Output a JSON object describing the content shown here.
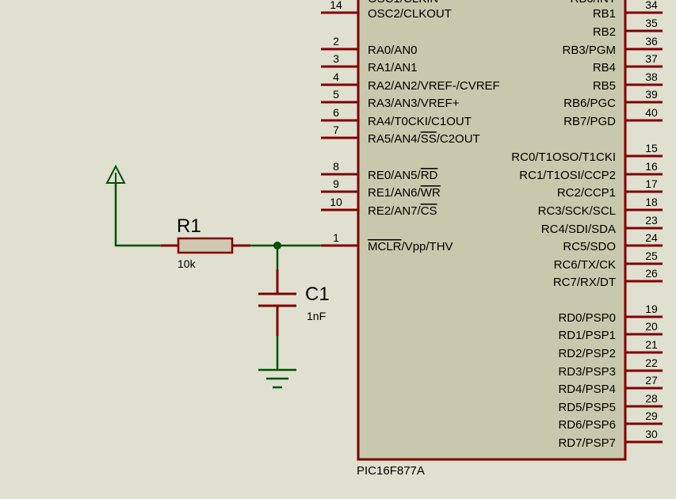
{
  "chip": {
    "part": "PIC16F877A",
    "left_pins": [
      {
        "num": "14",
        "label": "OSC2/CLKOUT"
      },
      {
        "num": "2",
        "label": "RA0/AN0"
      },
      {
        "num": "3",
        "label": "RA1/AN1"
      },
      {
        "num": "4",
        "label": "RA2/AN2/VREF-/CVREF"
      },
      {
        "num": "5",
        "label": "RA3/AN3/VREF+"
      },
      {
        "num": "6",
        "label": "RA4/T0CKI/C1OUT"
      },
      {
        "num": "7",
        "label": "RA5/AN4/SS/C2OUT",
        "overbar": "SS"
      },
      {
        "num": "8",
        "label": "RE0/AN5/RD",
        "overbar": "RD"
      },
      {
        "num": "9",
        "label": "RE1/AN6/WR",
        "overbar": "WR"
      },
      {
        "num": "10",
        "label": "RE2/AN7/CS",
        "overbar": "CS"
      },
      {
        "num": "1",
        "label": "MCLR/Vpp/THV",
        "overbar": "MCLR"
      }
    ],
    "right_pins": [
      {
        "num": "34",
        "label": "RB1"
      },
      {
        "num": "35",
        "label": "RB2"
      },
      {
        "num": "36",
        "label": "RB3/PGM"
      },
      {
        "num": "37",
        "label": "RB4"
      },
      {
        "num": "38",
        "label": "RB5"
      },
      {
        "num": "39",
        "label": "RB6/PGC"
      },
      {
        "num": "40",
        "label": "RB7/PGD"
      },
      {
        "num": "15",
        "label": "RC0/T1OSO/T1CKI"
      },
      {
        "num": "16",
        "label": "RC1/T1OSI/CCP2"
      },
      {
        "num": "17",
        "label": "RC2/CCP1"
      },
      {
        "num": "18",
        "label": "RC3/SCK/SCL"
      },
      {
        "num": "23",
        "label": "RC4/SDI/SDA"
      },
      {
        "num": "24",
        "label": "RC5/SDO"
      },
      {
        "num": "25",
        "label": "RC6/TX/CK"
      },
      {
        "num": "26",
        "label": "RC7/RX/DT"
      },
      {
        "num": "19",
        "label": "RD0/PSP0"
      },
      {
        "num": "20",
        "label": "RD1/PSP1"
      },
      {
        "num": "21",
        "label": "RD2/PSP2"
      },
      {
        "num": "22",
        "label": "RD3/PSP3"
      },
      {
        "num": "27",
        "label": "RD4/PSP4"
      },
      {
        "num": "28",
        "label": "RD5/PSP5"
      },
      {
        "num": "29",
        "label": "RD6/PSP6"
      },
      {
        "num": "30",
        "label": "RD7/PSP7"
      }
    ]
  },
  "resistor": {
    "ref": "R1",
    "value": "10k"
  },
  "capacitor": {
    "ref": "C1",
    "value": "1nF"
  },
  "colors": {
    "background": "#dfe0cf",
    "chip_body": "#c8c8ac",
    "chip_outline": "#800000",
    "pin": "#800000",
    "wire": "#005000",
    "resistor_body": "#d0c8b0",
    "junction": "#005000"
  }
}
